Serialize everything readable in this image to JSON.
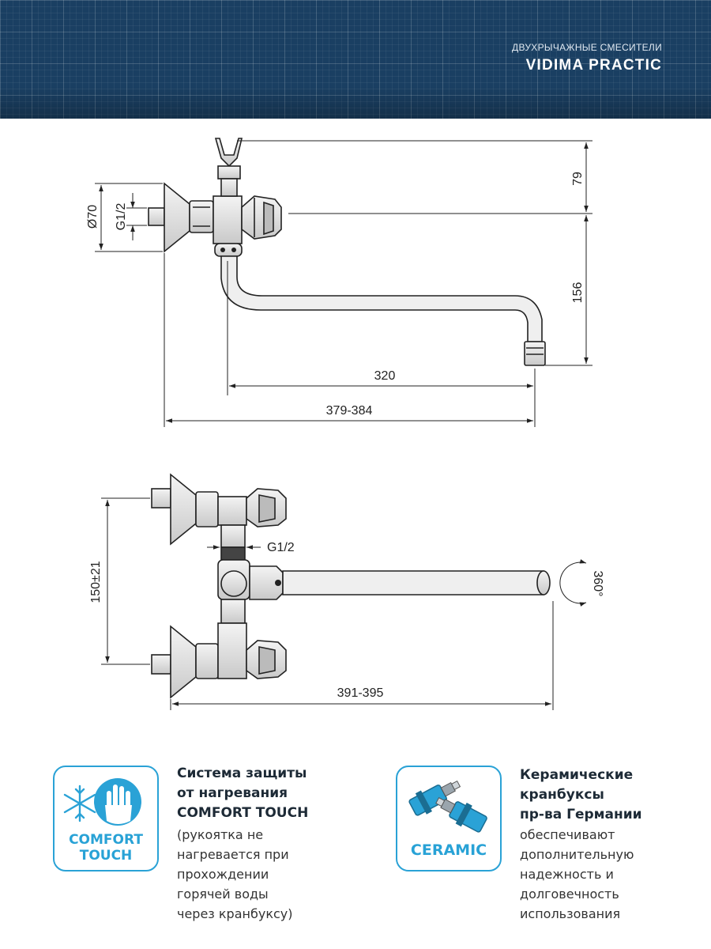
{
  "header": {
    "series": "ДВУХРЫЧАЖНЫЕ СМЕСИТЕЛИ",
    "product": "VIDIMA PRACTIC"
  },
  "dimensions": {
    "top_height": "79",
    "spout_height": "156",
    "spout_length": "320",
    "total_length_side": "379-384",
    "flange_diameter": "Ø70",
    "thread_side": "G1/2",
    "thread_top": "G1/2",
    "center_distance": "150±21",
    "rotation": "360°",
    "total_length_top": "391-395"
  },
  "features": [
    {
      "icon": "snowflake-hand-icon",
      "badge_line1": "COMFORT",
      "badge_line2": "TOUCH",
      "title_lines": [
        "Система защиты",
        "от нагревания",
        "COMFORT TOUCH"
      ],
      "text_lines": [
        "(рукоятка не",
        "нагревается при",
        "прохождении",
        "горячей воды",
        "через кранбуксу)"
      ]
    },
    {
      "icon": "ceramic-cartridge-icon",
      "badge_line1": "CERAMIC",
      "title_lines": [
        "Керамические",
        "кранбуксы",
        "пр-ва Германии"
      ],
      "text_lines": [
        "обеспечивают",
        "дополнительную",
        "надежность и",
        "долговечность",
        "использования"
      ]
    }
  ],
  "colors": {
    "header_bg": "#1a3f62",
    "badge_accent": "#2aa2d6"
  }
}
